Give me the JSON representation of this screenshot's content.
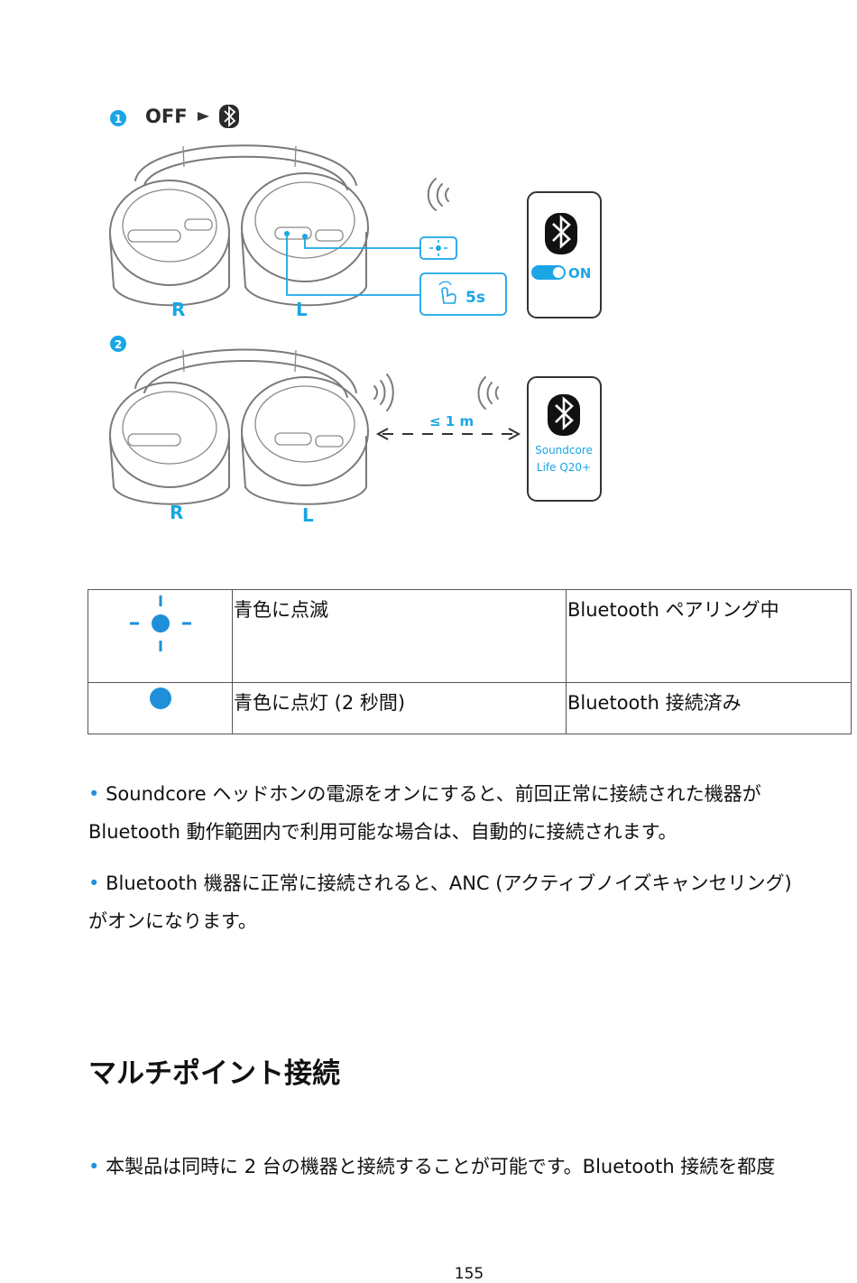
{
  "illustration": {
    "step1": {
      "number": "1",
      "off_label": "OFF",
      "left_cup_label": "R",
      "right_cup_label": "L",
      "hold_duration": "5s",
      "phone_toggle_label": "ON"
    },
    "step2": {
      "number": "2",
      "left_cup_label": "R",
      "right_cup_label": "L",
      "distance_label": "≤ 1 m",
      "device_name_line1": "Soundcore",
      "device_name_line2": "Life Q20+"
    },
    "accent_color": "#1aa6e6"
  },
  "status_table": {
    "rows": [
      {
        "icon": "led-blinking-icon",
        "state": "青色に点滅",
        "meaning": "Bluetooth ペアリング中"
      },
      {
        "icon": "led-solid-icon",
        "state": "青色に点灯 (2 秒間)",
        "meaning": "Bluetooth 接続済み"
      }
    ]
  },
  "notes": {
    "bullet": "•",
    "note1_line1": "Soundcore ヘッドホンの電源をオンにすると、前回正常に接続された機器が",
    "note1_line2": "Bluetooth 動作範囲内で利用可能な場合は、自動的に接続されます。",
    "note2_line1": "Bluetooth 機器に正常に接続されると、ANC (アクティブノイズキャンセリング)",
    "note2_line2": "がオンになります。"
  },
  "multipoint": {
    "heading": "マルチポイント接続",
    "text_line1": "本製品は同時に 2 台の機器と接続することが可能です。Bluetooth 接続を都度"
  },
  "page_number": "155"
}
